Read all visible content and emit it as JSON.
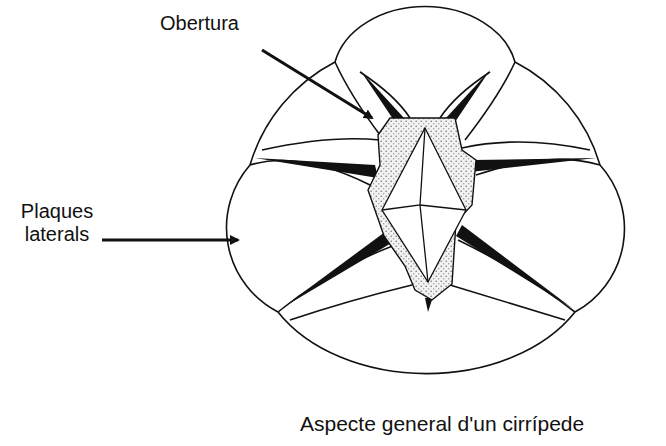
{
  "diagram": {
    "caption": "Aspecte general d'un cirrípede",
    "labels": [
      "Obertura",
      "Plaques laterals"
    ]
  }
}
